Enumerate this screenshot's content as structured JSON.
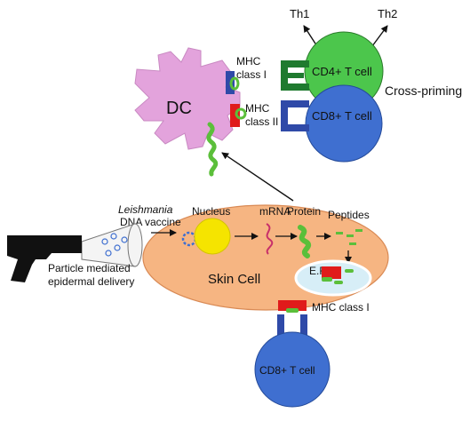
{
  "title": "",
  "labels": {
    "th1": "Th1",
    "th2": "Th2",
    "cd4_cell": "CD4+ T cell",
    "cd8_cell_top": "CD8+ T cell",
    "cd8_cell_bottom": "CD8+ T cell",
    "cross_priming": "Cross-priming",
    "dc": "DC",
    "mhc_class_i_line1": "MHC",
    "mhc_class_i_line2": "class I",
    "mhc_class_ii_line1": "MHC",
    "mhc_class_ii_line2": "class II",
    "vaccine_line1": "Leishmania",
    "vaccine_line2": "DNA vaccine",
    "nucleus": "Nucleus",
    "mrna": "mRNA",
    "protein": "Protein",
    "peptides": "Peptides",
    "skin_cell": "Skin Cell",
    "er": "E.R",
    "mhc_class_i_bottom": "MHC class I",
    "delivery_line1": "Particle mediated",
    "delivery_line2": "epidermal delivery"
  },
  "colors": {
    "dc_body": "#e3a3dc",
    "skin_cell": "#f6b582",
    "skin_cell_border": "#d98a55",
    "cd4_cell": "#4cc64c",
    "cd8_cell": "#3f6fd0",
    "receptor_dark_green": "#1f7a2f",
    "receptor_blue": "#2f4aa8",
    "mhc_red": "#e01b1b",
    "peptide_green": "#5bbf3a",
    "nucleus": "#f5e400",
    "mrna": "#c8306a",
    "er": "#d7eef7",
    "gun": "#111111"
  }
}
